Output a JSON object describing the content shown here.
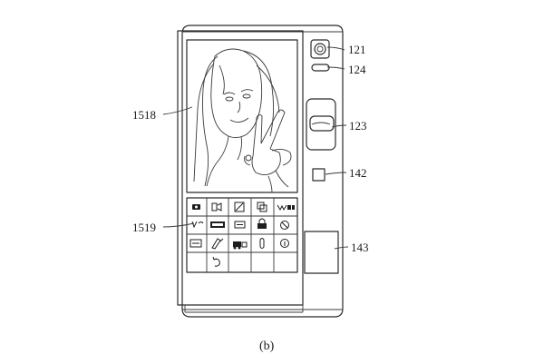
{
  "labels": {
    "ref_121": "121",
    "ref_124": "124",
    "ref_123": "123",
    "ref_142": "142",
    "ref_143": "143",
    "ref_1518": "1518",
    "ref_1519": "1519"
  },
  "caption": "(b)"
}
